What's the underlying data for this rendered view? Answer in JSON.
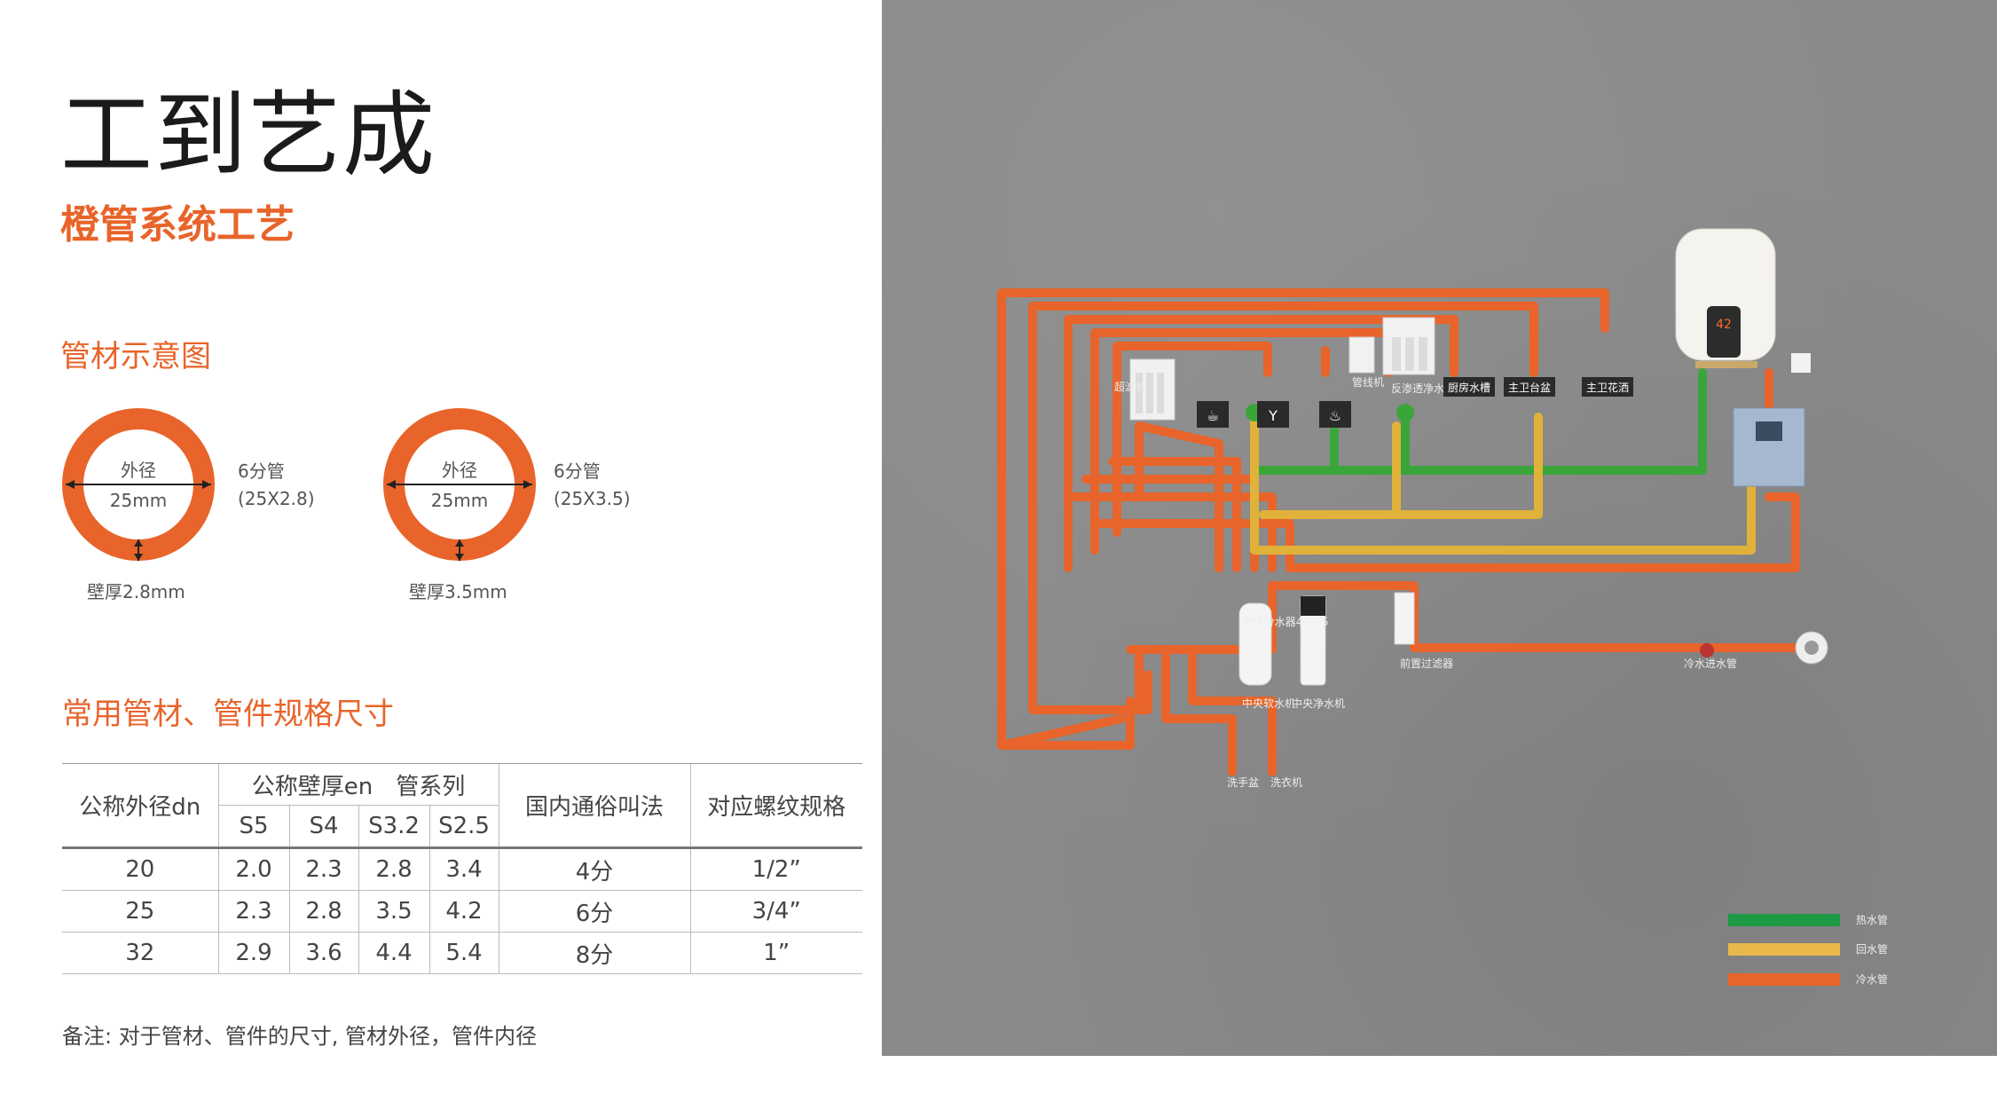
{
  "header": {
    "title": "工到艺成",
    "subtitle": "橙管系统工艺"
  },
  "diagram_section": {
    "heading": "管材示意图",
    "pipes": [
      {
        "outer_label": "外径",
        "size_label": "25mm",
        "name": "6分管",
        "spec": "(25X2.8)",
        "wall": "壁厚2.8mm"
      },
      {
        "outer_label": "外径",
        "size_label": "25mm",
        "name": "6分管",
        "spec": "(25X3.5)",
        "wall": "壁厚3.5mm"
      }
    ]
  },
  "spec_section": {
    "heading": "常用管材、管件规格尺寸",
    "table": {
      "col_dn": "公称外径dn",
      "col_group": "公称壁厚en　管系列",
      "col_series": [
        "S5",
        "S4",
        "S3.2",
        "S2.5"
      ],
      "col_common": "国内通俗叫法",
      "col_thread": "对应螺纹规格",
      "rows": [
        {
          "dn": "20",
          "s5": "2.0",
          "s4": "2.3",
          "s32": "2.8",
          "s25": "3.4",
          "common": "4分",
          "thread": "1/2”"
        },
        {
          "dn": "25",
          "s5": "2.3",
          "s4": "2.8",
          "s32": "3.5",
          "s25": "4.2",
          "common": "6分",
          "thread": "3/4”"
        },
        {
          "dn": "32",
          "s5": "2.9",
          "s4": "3.6",
          "s32": "4.4",
          "s25": "5.4",
          "common": "8分",
          "thread": "1”"
        }
      ]
    },
    "note": "备注: 对于管材、管件的尺寸, 管材外径，管件内径"
  },
  "wall_diagram": {
    "labels": {
      "manifold": "PPR分水器40*25",
      "softener": "中央软水机",
      "purifier": "中央净水机",
      "prefilter": "前置过滤器",
      "cold_valve": "冷水进水管",
      "washbasin": "洗手盆",
      "washer": "洗衣机",
      "kitchen_sink": "厨房水槽",
      "bath_counter": "主卫台盆",
      "shower": "主卫花洒",
      "ro_purifier": "反渗透净水机",
      "pipeline_machine": "管线机",
      "ultra_filter": "超滤机"
    },
    "legend": [
      {
        "label": "热水管",
        "color": "#1e9a46"
      },
      {
        "label": "回水管",
        "color": "#e8b84a"
      },
      {
        "label": "冷水管",
        "color": "#e8642a"
      }
    ],
    "heater_display": "42",
    "colors": {
      "cold": "#e8642a",
      "hot": "#3aa63a",
      "return": "#e0b23a"
    }
  }
}
